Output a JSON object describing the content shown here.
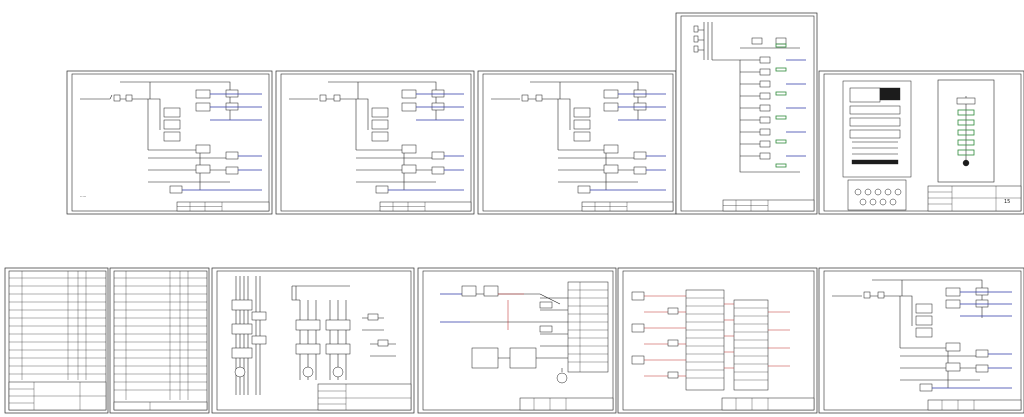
{
  "document": {
    "kind": "electrical schematic drawing set",
    "sheets": [
      {
        "id": "sheet-1",
        "row": "top",
        "type": "power-distribution-schematic"
      },
      {
        "id": "sheet-2",
        "row": "top",
        "type": "power-distribution-schematic"
      },
      {
        "id": "sheet-3",
        "row": "top",
        "type": "power-distribution-schematic"
      },
      {
        "id": "sheet-4",
        "row": "top",
        "type": "vertical-feeder-schematic"
      },
      {
        "id": "sheet-5",
        "row": "top",
        "type": "panel-layout-drawing"
      },
      {
        "id": "sheet-6",
        "row": "bottom",
        "type": "specification-table"
      },
      {
        "id": "sheet-7",
        "row": "bottom",
        "type": "specification-table"
      },
      {
        "id": "sheet-8",
        "row": "bottom",
        "type": "multi-line-schematic"
      },
      {
        "id": "sheet-9",
        "row": "bottom",
        "type": "control-schematic"
      },
      {
        "id": "sheet-10",
        "row": "bottom",
        "type": "terminal-connection-diagram"
      },
      {
        "id": "sheet-11",
        "row": "bottom",
        "type": "power-distribution-schematic"
      }
    ]
  },
  "sheet_5_title_block": {
    "sheet_number": "15"
  },
  "colors": {
    "background": "#ffffff",
    "line": "#1c1c1c",
    "bus_blue": "#2f3aa8",
    "wire_red": "#c0302f",
    "indicator_green": "#2e8b3a"
  }
}
